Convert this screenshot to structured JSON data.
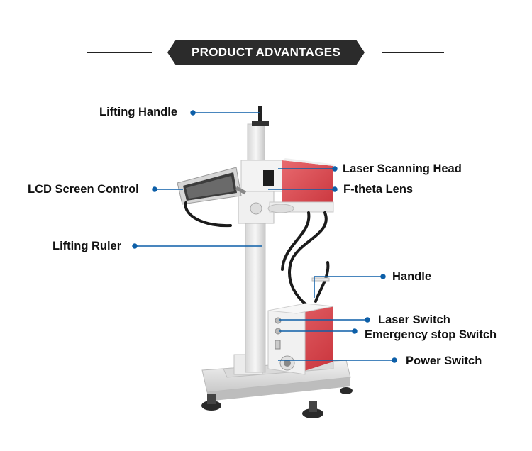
{
  "banner": {
    "title": "PRODUCT ADVANTAGES"
  },
  "colors": {
    "accent": "#0d5fa8",
    "banner_bg": "#2b2b2b",
    "cabinet_red": "#d9424a",
    "frame": "#e3e3e3"
  },
  "labels": {
    "lifting_handle": "Lifting Handle",
    "laser_scanning_head": "Laser Scanning Head",
    "lcd_screen_control": "LCD Screen Control",
    "f_theta_lens": "F-theta Lens",
    "lifting_ruler": "Lifting Ruler",
    "handle": "Handle",
    "laser_switch": "Laser Switch",
    "emergency_stop_switch": "Emergency stop Switch",
    "power_switch": "Power Switch"
  }
}
